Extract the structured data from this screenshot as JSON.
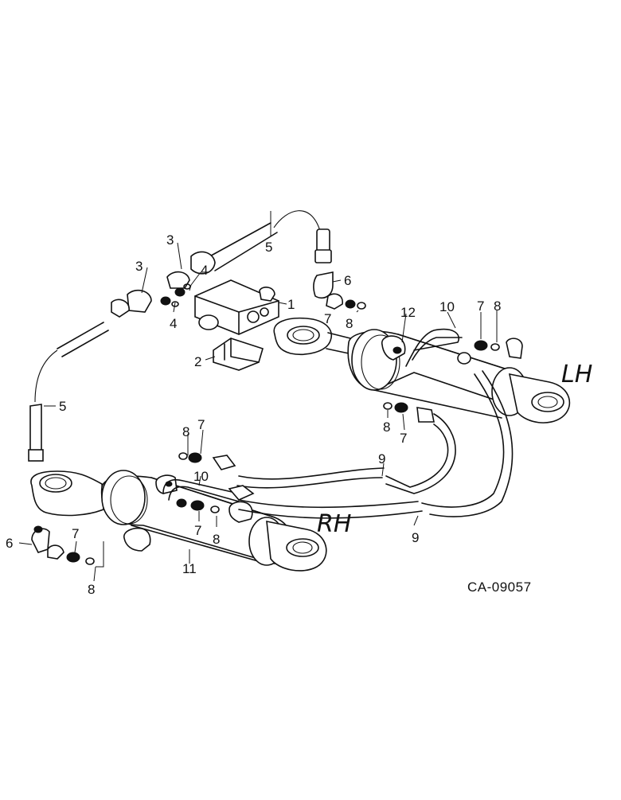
{
  "diagram": {
    "side_labels": {
      "left_hand": "LH",
      "right_hand": "RH"
    },
    "drawing_code": "CA-09057",
    "callouts": {
      "c1": "1",
      "c2": "2",
      "c3a": "3",
      "c3b": "3",
      "c4a": "4",
      "c4b": "4",
      "c5a": "5",
      "c5b": "5",
      "c6a": "6",
      "c6b": "6",
      "c7a": "7",
      "c7b": "7",
      "c7c": "7",
      "c7d": "7",
      "c7e": "7",
      "c7f": "7",
      "c8a": "8",
      "c8b": "8",
      "c8c": "8",
      "c8d": "8",
      "c8e": "8",
      "c8f": "8",
      "c9a": "9",
      "c9b": "9",
      "c10a": "10",
      "c10b": "10",
      "c11": "11",
      "c12": "12"
    }
  }
}
